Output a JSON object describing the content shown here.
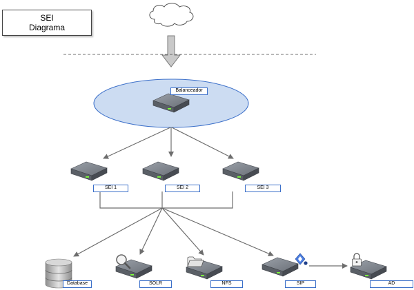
{
  "title": {
    "line1": "SEI",
    "line2": "Diagrama"
  },
  "labels": {
    "balanceador": "Balanceador",
    "sei1": "SEI 1",
    "sei2": "SEI 2",
    "sei3": "SEI 3",
    "database": "Database",
    "solr": "SOLR",
    "nfs": "NFS",
    "sip": "SIP",
    "ad": "AD"
  },
  "colors": {
    "label_border": "#3b6fc9",
    "balancer_fill": "#ccdcf2",
    "balancer_stroke": "#3b6fc9",
    "server_body": "#5f646c",
    "connector": "#6d6d6d"
  },
  "icons": [
    "cloud-icon",
    "down-arrow-icon",
    "server-icon",
    "database-icon",
    "magnifier-icon",
    "folder-icon",
    "network-icon",
    "lock-icon"
  ]
}
